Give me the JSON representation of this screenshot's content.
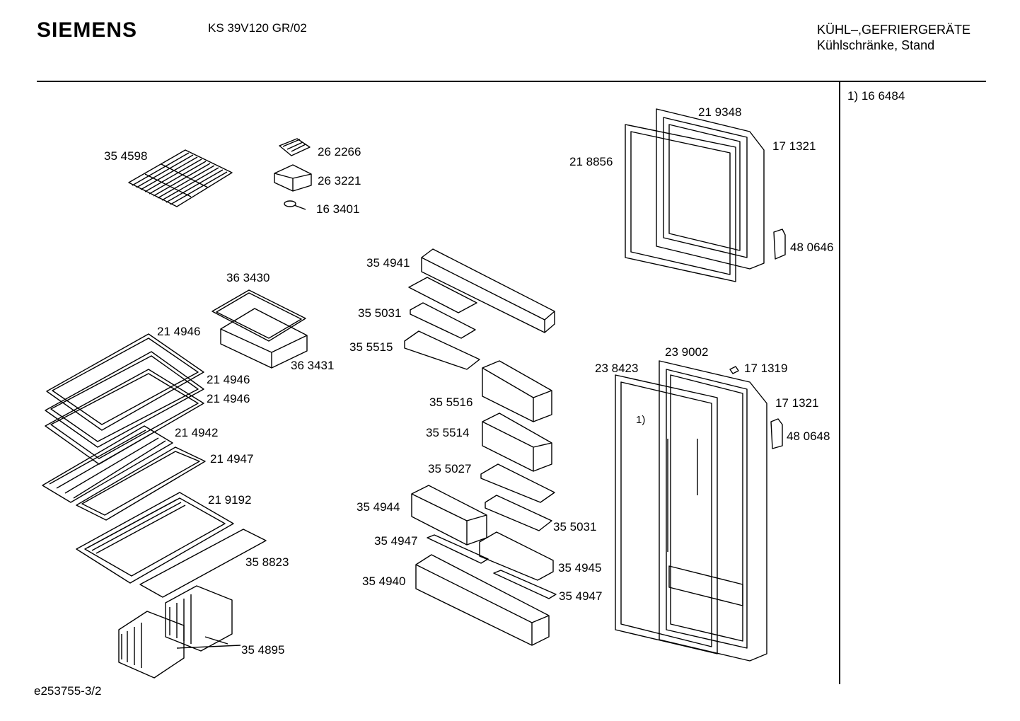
{
  "header": {
    "brand": "SIEMENS",
    "model": "KS 39V120 GR/02",
    "category_line1": "KÜHL–,GEFRIERGERÄTE",
    "category_line2": "Kühlschränke, Stand"
  },
  "side_note": "1)  16 6484",
  "footer_code": "e253755-3/2",
  "parts": {
    "p354598": "35 4598",
    "p262266": "26 2266",
    "p263221": "26 3221",
    "p163401": "16 3401",
    "p363430": "36 3430",
    "p363431": "36 3431",
    "p214946a": "21 4946",
    "p214946b": "21 4946",
    "p214946c": "21 4946",
    "p214942": "21 4942",
    "p214947": "21 4947",
    "p219192": "21 9192",
    "p358823": "35 8823",
    "p354895": "35 4895",
    "p354941": "35 4941",
    "p355031a": "35 5031",
    "p355515": "35 5515",
    "p355516": "35 5516",
    "p355514": "35 5514",
    "p355027": "35 5027",
    "p354944": "35 4944",
    "p355031b": "35 5031",
    "p354947a": "35 4947",
    "p354945": "35 4945",
    "p354940": "35 4940",
    "p354947b": "35 4947",
    "p219348": "21 9348",
    "p218856": "21 8856",
    "p171321a": "17 1321",
    "p480646": "48 0646",
    "p239002": "23 9002",
    "p238423": "23 8423",
    "p171319": "17 1319",
    "p171321b": "17 1321",
    "p480648": "48 0648",
    "ref1": "1)"
  }
}
